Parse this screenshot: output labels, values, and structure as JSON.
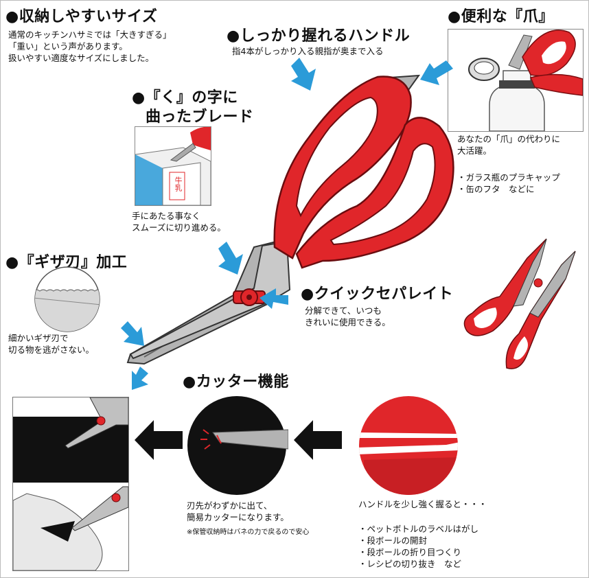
{
  "sections": {
    "size": {
      "title": "収納しやすいサイズ",
      "lines": [
        "通常のキッチンハサミでは「大きすぎる」",
        "「重い」という声があります。",
        "扱いやすい適度なサイズにしました。"
      ]
    },
    "handle": {
      "title": "しっかり握れるハンドル",
      "lines": [
        "指4本がしっかり入る親指が奥まで入る"
      ]
    },
    "claw": {
      "title": "便利な『爪』",
      "lines": [
        "あなたの「爪」の代わりに",
        "大活躍。"
      ],
      "items": [
        "・ガラス瓶のプラキャップ",
        "・缶のフタ　などに"
      ]
    },
    "blade": {
      "title_line1": "『く』の字に",
      "title_line2": "曲ったブレード",
      "lines": [
        "手にあたる事なく",
        "スムーズに切り進める。"
      ],
      "carton_label": "牛乳"
    },
    "serrated": {
      "title": "『ギザ刃』加工",
      "lines": [
        "細かいギザ刃で",
        "切る物を逃がさない。"
      ]
    },
    "separate": {
      "title": "クイックセパレイト",
      "lines": [
        "分解できて、いつも",
        "きれいに使用できる。"
      ]
    },
    "cutter": {
      "title": "カッター機能",
      "lines": [
        "刃先がわずかに出て、",
        "簡易カッターになります。"
      ],
      "note": "※保管収納時はバネの力で戻るので安心",
      "squeeze": "ハンドルを少し強く握ると・・・",
      "items": [
        "・ペットボトルのラベルはがし",
        "・段ボールの開封",
        "・段ボールの折り目つくり",
        "・レシピの切り抜き　など"
      ]
    }
  },
  "colors": {
    "handle_red": "#e0262a",
    "handle_dark": "#a5151a",
    "blade_gray": "#a8a8a8",
    "arrow_blue": "#2b9bd8"
  }
}
